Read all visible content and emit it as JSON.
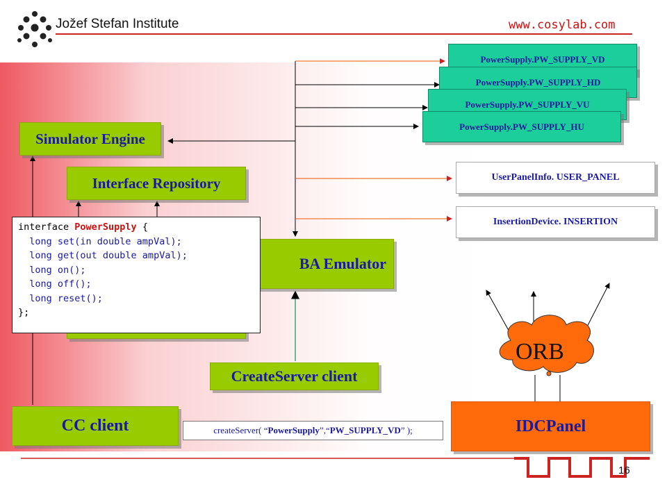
{
  "header": {
    "org": "Jožef Stefan Institute",
    "url": "www.cosylab.com"
  },
  "boxes": {
    "simulator_engine": "Simulator Engine",
    "interface_repository": "Interface Repository",
    "corba_emulator": "BA Emulator",
    "create_server_client": "CreateServer client",
    "cc_client": "CC client",
    "idc_panel": "IDCPanel",
    "orb": "ORB"
  },
  "devices": [
    "PowerSupply.PW_SUPPLY_VD",
    "PowerSupply.PW_SUPPLY_HD",
    "PowerSupply.PW_SUPPLY_VU",
    "PowerSupply.PW_SUPPLY_HU"
  ],
  "panels": {
    "user_panel": "UserPanelInfo. USER_PANEL",
    "insertion": "InsertionDevice. INSERTION"
  },
  "code": {
    "line1_pre": "interface ",
    "line1_name": "PowerSupply",
    "line1_post": " {",
    "line2": "  long set(in double ampVal);",
    "line3": "  long get(out double ampVal);",
    "line4": "  long on();",
    "line5": "  long off();",
    "line6": "  long reset();",
    "line7": "};"
  },
  "note": {
    "pre": "createServer( “",
    "arg1": "PowerSupply",
    "mid": "”,“",
    "arg2": "PW_SUPPLY_VD",
    "post": "” );"
  },
  "footer": {
    "page_number": "16"
  },
  "colors": {
    "green": "#99cc00",
    "teal": "#1ccf9a",
    "orange": "#ff6b0a",
    "text_blue": "#1a1aa0",
    "accent_red": "#cc1111"
  }
}
